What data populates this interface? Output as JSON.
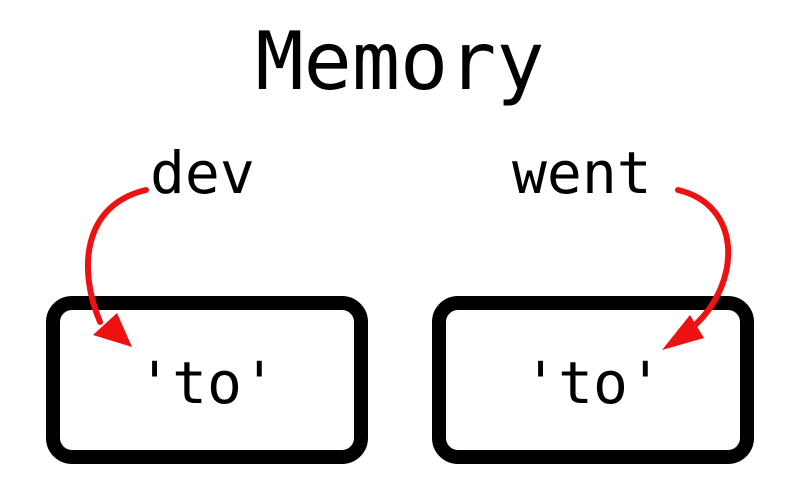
{
  "title": "Memory",
  "variables": [
    {
      "name": "dev",
      "points_to": "left_box"
    },
    {
      "name": "went",
      "points_to": "right_box"
    }
  ],
  "memory_boxes": [
    {
      "value": "'to'"
    },
    {
      "value": "'to'"
    }
  ],
  "colors": {
    "arrow": "#ee1111",
    "box_border": "#000000",
    "text": "#000000"
  }
}
